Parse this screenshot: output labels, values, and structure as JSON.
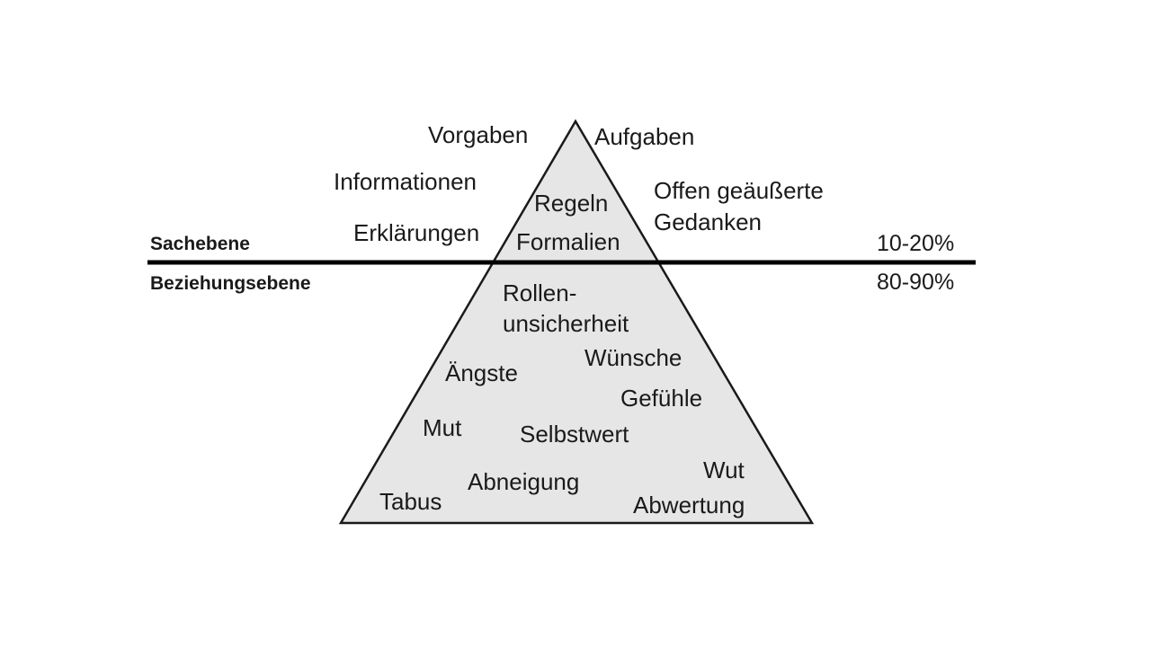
{
  "levels": {
    "upper": {
      "name": "Sachebene",
      "share": "10-20%"
    },
    "lower": {
      "name": "Beziehungsebene",
      "share": "80-90%"
    }
  },
  "outside_terms": {
    "vorgaben": "Vorgaben",
    "aufgaben": "Aufgaben",
    "informationen": "Informationen",
    "erklaerungen": "Erklärungen",
    "offen_line1": "Offen geäußerte",
    "offen_line2": "Gedanken"
  },
  "upper_terms": {
    "regeln": "Regeln",
    "formalien": "Formalien"
  },
  "lower_terms": {
    "rollen_line1": "Rollen-",
    "rollen_line2": "unsicherheit",
    "wuensche": "Wünsche",
    "aengste": "Ängste",
    "gefuehle": "Gefühle",
    "mut": "Mut",
    "selbstwert": "Selbstwert",
    "wut": "Wut",
    "abneigung": "Abneigung",
    "tabus": "Tabus",
    "abwertung": "Abwertung"
  },
  "colors": {
    "fill": "#e6e6e6",
    "stroke": "#1a1a1a",
    "line": "#000000"
  }
}
